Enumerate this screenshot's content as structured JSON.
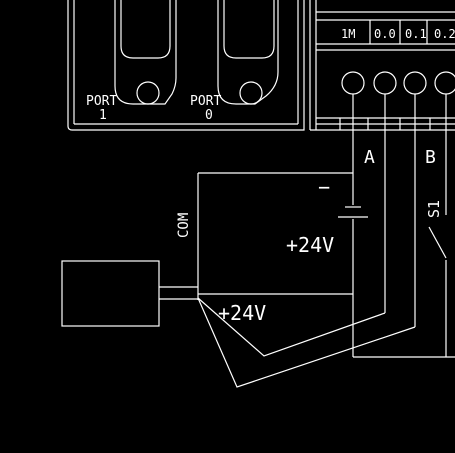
{
  "labels": {
    "port1_title": "PORT",
    "port1_num": "1",
    "port0_title": "PORT",
    "port0_num": "0",
    "terminal_1m": "1M",
    "terminal_00": "0.0",
    "terminal_01": "0.1",
    "terminal_02": "0.2",
    "wire_a": "A",
    "wire_b": "B",
    "switch_s1": "S1",
    "com": "COM",
    "minus": "−",
    "supply_voltage_upper": "+24V",
    "supply_voltage_lower": "+24V"
  }
}
